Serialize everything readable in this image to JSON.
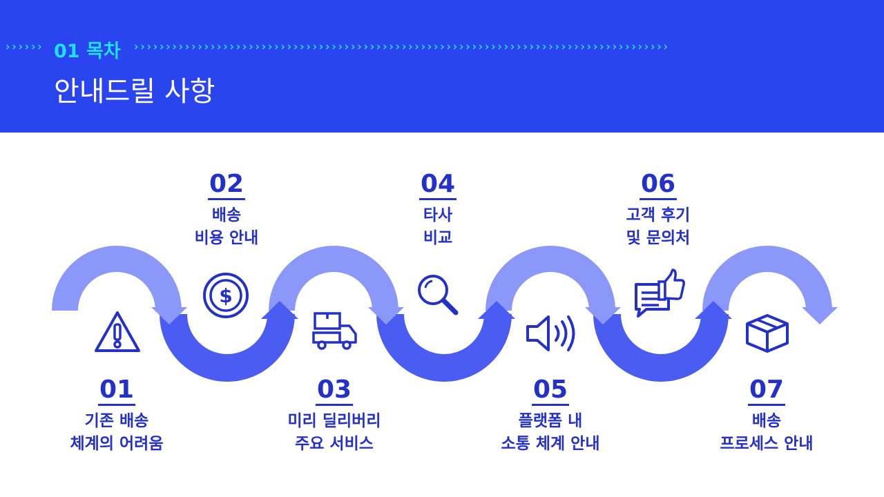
{
  "header": {
    "section_label": "01 목차",
    "title": "안내드릴 사항",
    "chevrons_left": "››››››",
    "chevrons_right": "››››››››››››››››››››››››››››››››››››››››››››››››››››››››››››››››››››››››››››››››››››"
  },
  "colors": {
    "header_bg": "#2a44f0",
    "accent_cyan": "#1fe0e6",
    "text_blue": "#2330c9",
    "arrow_light": "#8b97f9",
    "arrow_dark": "#4a5cf2"
  },
  "steps": [
    {
      "number": "01",
      "line1": "기존 배송",
      "line2": "체계의 어려움",
      "icon": "warning-icon"
    },
    {
      "number": "02",
      "line1": "배송",
      "line2": "비용 안내",
      "icon": "dollar-coin-icon"
    },
    {
      "number": "03",
      "line1": "미리 딜리버리",
      "line2": "주요 서비스",
      "icon": "delivery-truck-icon"
    },
    {
      "number": "04",
      "line1": "타사",
      "line2": "비교",
      "icon": "magnifier-icon"
    },
    {
      "number": "05",
      "line1": "플랫폼 내",
      "line2": "소통 체계 안내",
      "icon": "speaker-icon"
    },
    {
      "number": "06",
      "line1": "고객 후기",
      "line2": "및 문의처",
      "icon": "review-thumbs-up-icon"
    },
    {
      "number": "07",
      "line1": "배송",
      "line2": "프로세스 안내",
      "icon": "package-box-icon"
    }
  ]
}
